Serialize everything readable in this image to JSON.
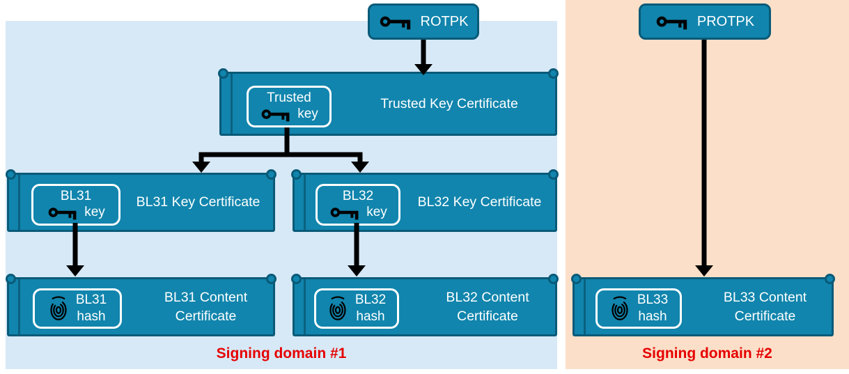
{
  "colors": {
    "panel1_bg": "#d7e9f7",
    "panel2_bg": "#fbdfc8",
    "box_fill": "#1185ad",
    "box_border": "#0a5a78",
    "box_text": "#ffffff",
    "label_red": "#e60000",
    "arrow_black": "#000000"
  },
  "icons": {
    "key": "key-icon",
    "fingerprint": "fingerprint-icon"
  },
  "keys": {
    "rotpk": {
      "label": "ROTPK"
    },
    "protpk": {
      "label": "PROTPK"
    }
  },
  "certs": {
    "trusted": {
      "title": "Trusted Key Certificate",
      "badge": {
        "line1": "Trusted",
        "line2": "key"
      }
    },
    "bl31_key": {
      "title": "BL31 Key Certificate",
      "badge": {
        "line1": "BL31",
        "line2": "key"
      }
    },
    "bl32_key": {
      "title": "BL32 Key Certificate",
      "badge": {
        "line1": "BL32",
        "line2": "key"
      }
    },
    "bl31_content": {
      "title": "BL31 Content Certificate",
      "badge": {
        "line1": "BL31",
        "line2": "hash"
      }
    },
    "bl32_content": {
      "title": "BL32 Content Certificate",
      "badge": {
        "line1": "BL32",
        "line2": "hash"
      }
    },
    "bl33_content": {
      "title": "BL33 Content Certificate",
      "badge": {
        "line1": "BL33",
        "line2": "hash"
      }
    }
  },
  "domains": {
    "d1": {
      "label": "Signing domain #1"
    },
    "d2": {
      "label": "Signing domain #2"
    }
  }
}
